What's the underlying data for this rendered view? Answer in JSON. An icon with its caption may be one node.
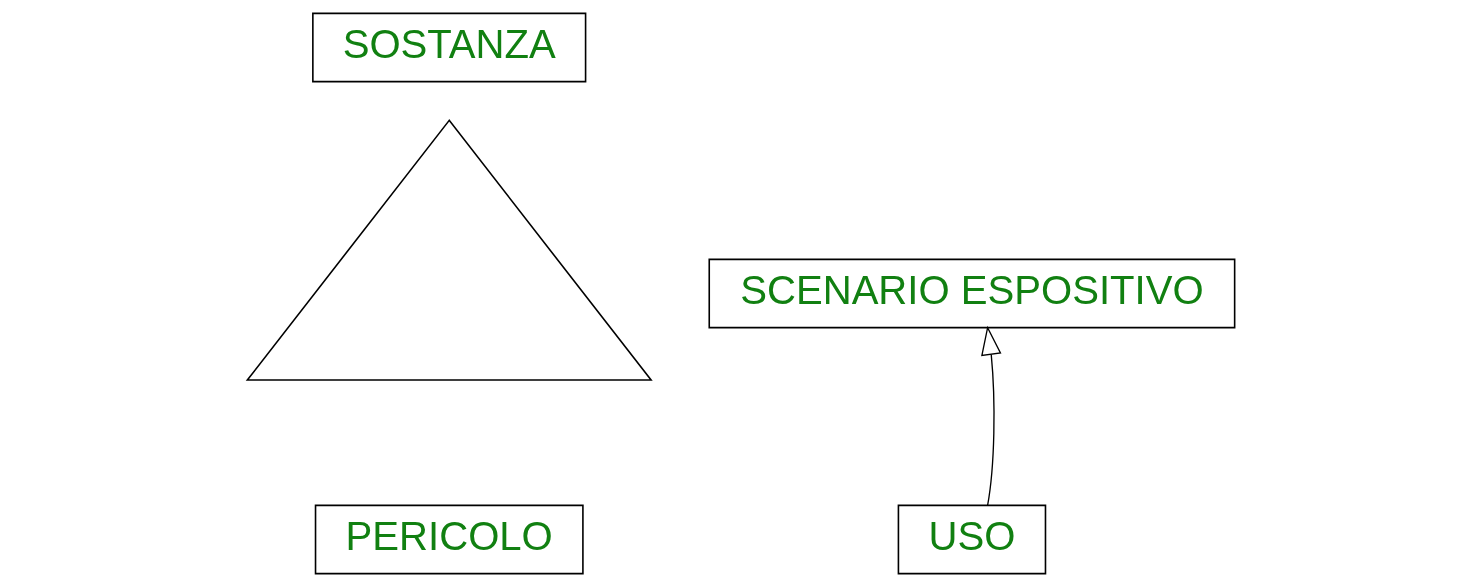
{
  "diagram": {
    "nodes": [
      {
        "text": [
          "SOSTANZA"
        ]
      },
      {
        "text": [
          "SCENARIO ESPOSITIVO"
        ]
      },
      {
        "text": [
          "USO"
        ]
      },
      {
        "text": [
          "PERICOLO"
        ]
      },
      {
        "text": [],
        "shape": "triangle"
      }
    ],
    "edges": [
      {
        "from": 2,
        "to": 1,
        "arrow": "to"
      }
    ]
  }
}
